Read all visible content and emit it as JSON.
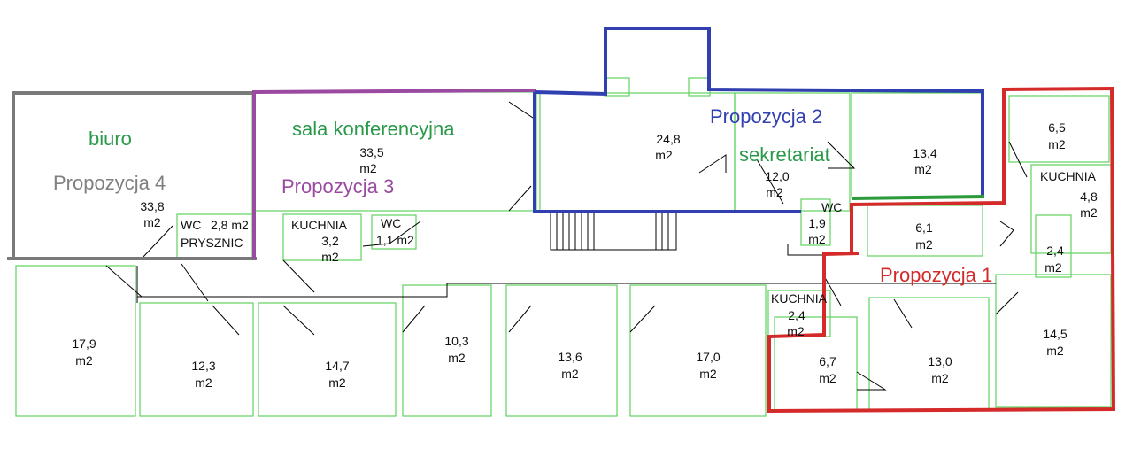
{
  "proposals": {
    "p1": {
      "label": "Propozycja 1",
      "color": "#d42a2a"
    },
    "p2": {
      "label": "Propozycja 2",
      "color": "#3040b0"
    },
    "p3": {
      "label": "Propozycja 3",
      "color": "#9a4aa0"
    },
    "p4": {
      "label": "Propozycja 4",
      "color": "#7a7a7a"
    }
  },
  "room_names": {
    "biuro": "biuro",
    "sala": "sala konferencyjna",
    "sekretariat": "sekretariat"
  },
  "rooms": {
    "r338": {
      "a": "33,8",
      "u": "m2"
    },
    "r335": {
      "a": "33,5",
      "u": "m2"
    },
    "wc28": {
      "n": "WC",
      "a": "2,8 m2",
      "n2": "PRYSZNIC"
    },
    "k32": {
      "n": "KUCHNIA",
      "a": "3,2",
      "u": "m2"
    },
    "wc11": {
      "n": "WC",
      "a": "1,1 m2"
    },
    "r248": {
      "a": "24,8",
      "u": "m2"
    },
    "r120": {
      "a": "12,0",
      "u": "m2"
    },
    "r134": {
      "a": "13,4",
      "u": "m2"
    },
    "wc19": {
      "n": "WC",
      "a": "1,9",
      "u": "m2"
    },
    "r61": {
      "a": "6,1",
      "u": "m2"
    },
    "r65": {
      "a": "6,5",
      "u": "m2"
    },
    "k48": {
      "n": "KUCHNIA",
      "a": "4,8",
      "u": "m2"
    },
    "r24b": {
      "a": "2,4",
      "u": "m2"
    },
    "r179": {
      "a": "17,9",
      "u": "m2"
    },
    "r123": {
      "a": "12,3",
      "u": "m2"
    },
    "r147": {
      "a": "14,7",
      "u": "m2"
    },
    "r103": {
      "a": "10,3",
      "u": "m2"
    },
    "r136": {
      "a": "13,6",
      "u": "m2"
    },
    "r170": {
      "a": "17,0",
      "u": "m2"
    },
    "k24": {
      "n": "KUCHNIA",
      "a": "2,4",
      "u": "m2"
    },
    "r67": {
      "a": "6,7",
      "u": "m2"
    },
    "r130": {
      "a": "13,0",
      "u": "m2"
    },
    "r145": {
      "a": "14,5",
      "u": "m2"
    }
  }
}
